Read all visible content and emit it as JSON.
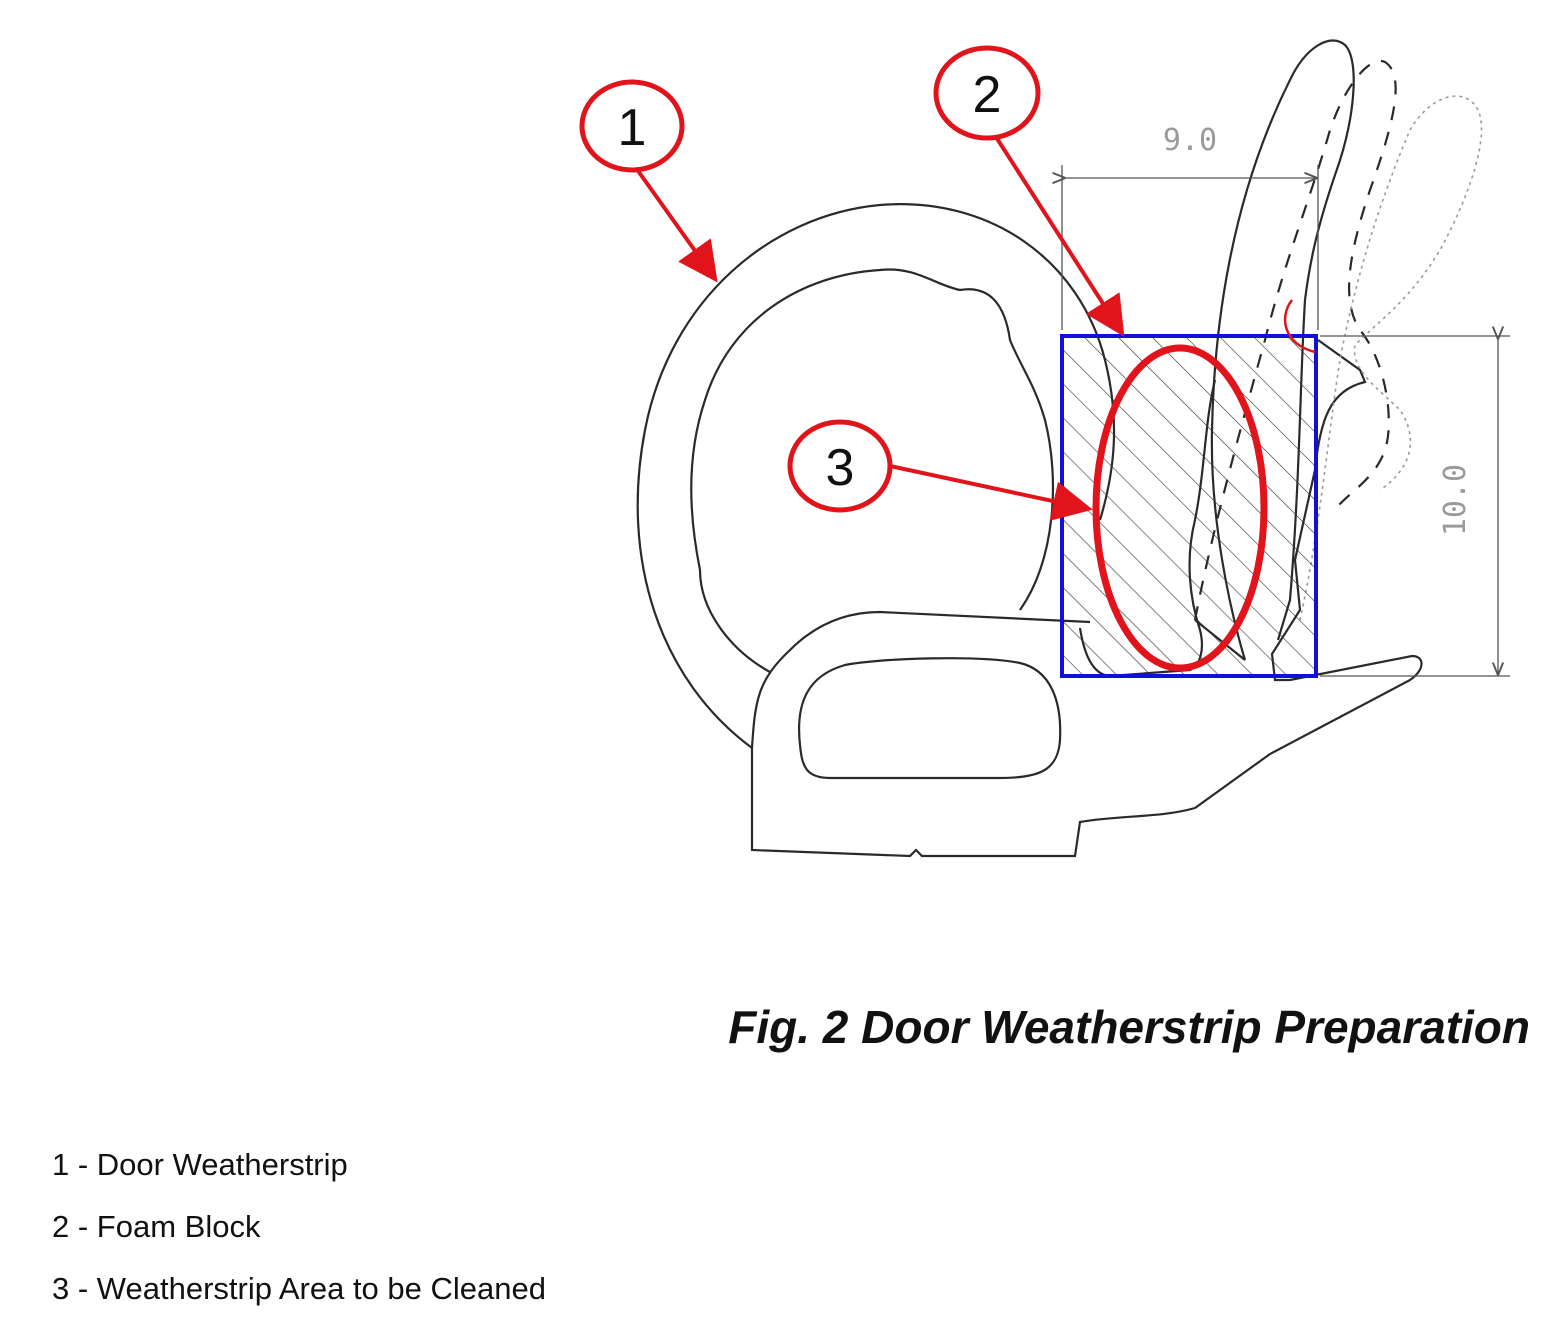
{
  "diagram": {
    "callouts": [
      {
        "number": "1"
      },
      {
        "number": "2"
      },
      {
        "number": "3"
      }
    ],
    "dimensions": {
      "width_label": "9.0",
      "height_label": "10.0"
    },
    "colors": {
      "callout": "#e0141a",
      "foam_box": "#1010d8",
      "outline": "#2a2a2a",
      "dimension": "#9a9a9a"
    }
  },
  "caption": "Fig. 2 Door Weatherstrip Preparation",
  "legend": [
    {
      "text": "1 - Door Weatherstrip"
    },
    {
      "text": "2 - Foam Block"
    },
    {
      "text": "3 - Weatherstrip Area to be Cleaned"
    }
  ]
}
